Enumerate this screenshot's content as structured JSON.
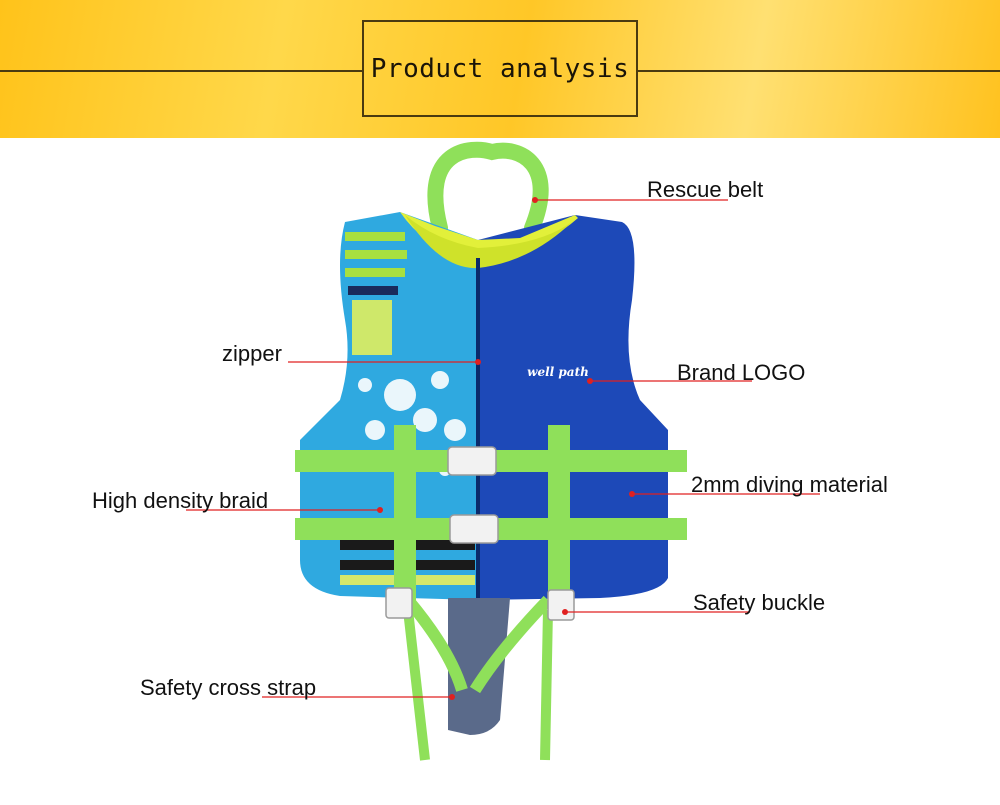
{
  "banner": {
    "title": "Product analysis"
  },
  "vest": {
    "logo_text": "well path"
  },
  "callouts": {
    "rescue_belt": "Rescue belt",
    "zipper": "zipper",
    "brand_logo": "Brand LOGO",
    "diving_material": "2mm diving material",
    "high_density_braid": "High density braid",
    "safety_buckle": "Safety buckle",
    "safety_cross_strap": "Safety cross strap"
  },
  "colors": {
    "banner": "#ffc727",
    "vest_blue": "#1d49b8",
    "strap_green": "#8fe05a",
    "collar_yellow": "#e2f03a",
    "callout_line": "#e02020"
  }
}
